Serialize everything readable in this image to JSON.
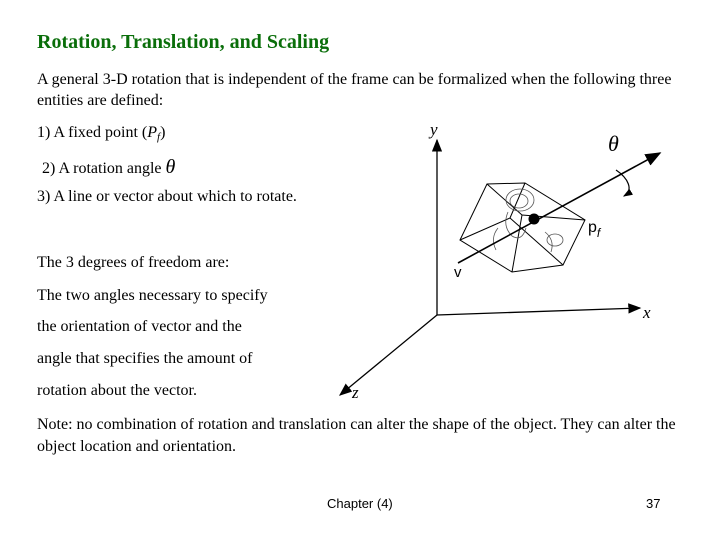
{
  "slide": {
    "title": "Rotation, Translation, and Scaling",
    "intro": "A general 3-D rotation that is independent of the frame can be formalized when the following three entities are defined:",
    "item1_prefix": "1) A fixed point (",
    "item1_symbol": "P",
    "item1_sub": "f",
    "item1_suffix": ")",
    "item2": "2) A rotation angle",
    "item3": "3) A line or vector about which to rotate.",
    "dof_heading": "The 3 degrees of freedom are:",
    "desc_line1": "The two angles necessary to specify",
    "desc_line2": "the orientation of vector and the",
    "desc_line3": "angle that specifies the amount of",
    "desc_line4": "rotation about the vector.",
    "note": "Note: no combination of rotation and translation can alter the shape of the object. They can alter the object location and orientation.",
    "footer": "Chapter (4)",
    "page_number": "37"
  },
  "figure": {
    "theta_symbol": "θ",
    "y_label": "y",
    "x_label": "x",
    "z_label": "z",
    "v_label": "v",
    "pf_main": "p",
    "pf_sub": "f"
  },
  "colors": {
    "title": "#0a6e0a"
  }
}
